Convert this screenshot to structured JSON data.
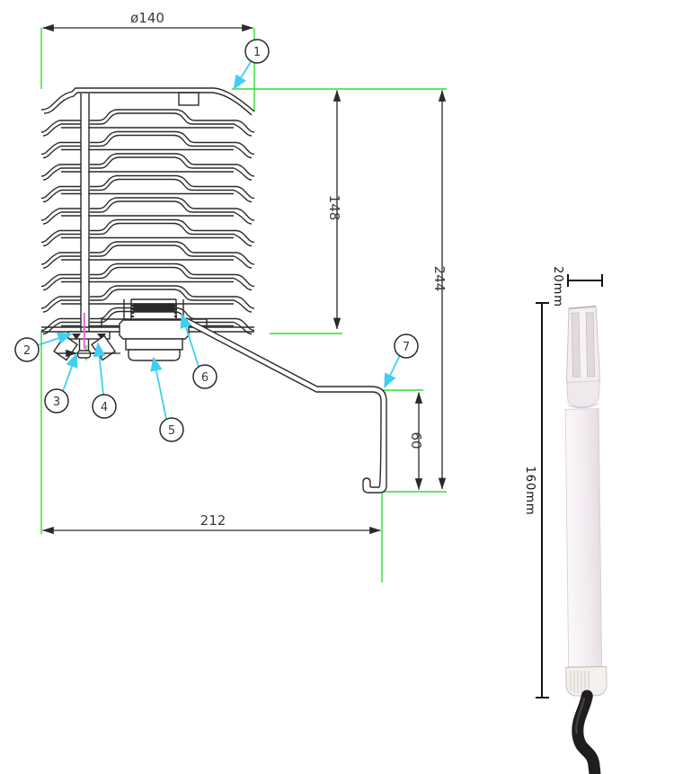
{
  "drawing": {
    "dimensions": {
      "top_diameter": "ø140",
      "louver_stack_height": "148",
      "overall_height": "244",
      "bracket_leg_height": "60",
      "overall_width": "212"
    },
    "callouts": [
      "1",
      "2",
      "3",
      "4",
      "5",
      "6",
      "7"
    ],
    "colors": {
      "extension_line_green": "#2ee02e",
      "leader_cyan": "#3fd0f0",
      "sensor_magenta": "#e066dd",
      "cad_line": "#2a2a2a"
    }
  },
  "photo": {
    "cap_width_label": "20mm",
    "probe_length_label": "160mm"
  }
}
